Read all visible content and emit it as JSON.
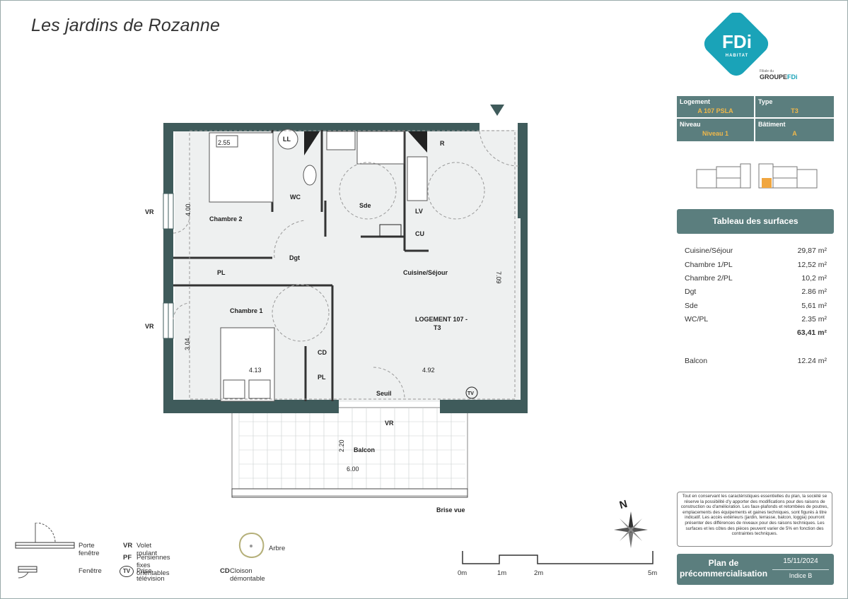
{
  "project_title": "Les jardins de Rozanne",
  "brand": {
    "logo_text": "FDi",
    "logo_sub": "HABITAT",
    "filiale": "Filiale du",
    "group": "GROUPE",
    "group_suffix": "FDi",
    "logo_color": "#1aa3b8"
  },
  "info": {
    "logement_label": "Logement",
    "logement_value": "A 107 PSLA",
    "type_label": "Type",
    "type_value": "T3",
    "niveau_label": "Niveau",
    "niveau_value": "Niveau 1",
    "batiment_label": "Bâtiment",
    "batiment_value": "A"
  },
  "surfaces": {
    "heading": "Tableau des surfaces",
    "rows": [
      {
        "name": "Cuisine/Séjour",
        "value": "29,87 m²"
      },
      {
        "name": "Chambre 1/PL",
        "value": "12,52 m²"
      },
      {
        "name": "Chambre 2/PL",
        "value": "10,2 m²"
      },
      {
        "name": "Dgt",
        "value": "2.86 m²"
      },
      {
        "name": "Sde",
        "value": "5,61 m²"
      },
      {
        "name": "WC/PL",
        "value": "2.35 m²"
      }
    ],
    "total": "63,41 m²",
    "balcon_label": "Balcon",
    "balcon_value": "12.24 m²"
  },
  "disclaimer": "Tout en conservant les caractéristiques essentielles du plan, la société se réserve la possibilité d'y apporter des modifications pour des raisons de construction ou d'amélioration. Les faux-plafonds et retombées de poutres, emplacements des équipements et gaines techniques, sont figurés à titre indicatif. Les accès extérieurs (jardin, terrasse, balcon, loggia) pourront présenter des différences de niveaux pour des raisons techniques. Les surfaces et les côtes des pièces peuvent varier de 5% en fonction des contraintes techniques.",
  "plan_box": {
    "label_line1": "Plan de",
    "label_line2": "précommercialisation",
    "date": "15/11/2024",
    "indice": "Indice B"
  },
  "plan": {
    "rooms": {
      "chambre2": "Chambre 2",
      "chambre1": "Chambre 1",
      "wc": "WC",
      "ll": "LL",
      "sde": "Sde",
      "r": "R",
      "lv": "LV",
      "cu": "CU",
      "dgt": "Dgt",
      "pl": "PL",
      "pl2": "PL",
      "cd": "CD",
      "cuisine": "Cuisine/Séjour",
      "logement_line1": "LOGEMENT 107 -",
      "logement_line2": "T3",
      "seuil": "Seuil",
      "tv": "TV",
      "balcon": "Balcon",
      "vr1": "VR",
      "vr2": "VR",
      "vr3": "VR",
      "brise_vue": "Brise vue"
    },
    "dims": {
      "d255": "2.55",
      "d400": "4.00",
      "d304": "3.04",
      "d413": "4.13",
      "d492": "4.92",
      "d709": "7.09",
      "d220": "2.20",
      "d600": "6.00"
    },
    "wall_color": "#3f5b5b"
  },
  "compass": {
    "north": "N"
  },
  "scale": {
    "labels": [
      "0m",
      "1m",
      "2m",
      "5m"
    ]
  },
  "legend": {
    "porte_fenetre": "Porte fenêtre",
    "fenetre": "Fenêtre",
    "vr_code": "VR",
    "vr_text": "Volet roulant",
    "pf_code": "PF",
    "pf_text": "Persiennes fixes orientables",
    "tv_code": "TV",
    "tv_text": "Prise télévision",
    "cd_code": "CD",
    "cd_text": "Cloison démontable",
    "arbre_text": "Arbre"
  }
}
